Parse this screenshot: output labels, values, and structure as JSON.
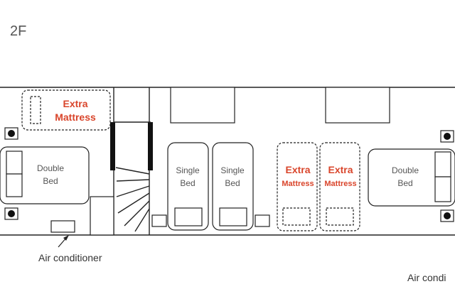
{
  "floor_label": "2F",
  "rooms": {
    "left_bed": {
      "line1": "Double",
      "line2": "Bed"
    },
    "single_bed_1": {
      "line1": "Single",
      "line2": "Bed"
    },
    "single_bed_2": {
      "line1": "Single",
      "line2": "Bed"
    },
    "right_bed": {
      "line1": "Double",
      "line2": "Bed"
    }
  },
  "extra_mattresses": {
    "top_left": {
      "line1": "Extra",
      "line2": "Mattress"
    },
    "middle_1": {
      "line1": "Extra",
      "line2": "Mattress"
    },
    "middle_2": {
      "line1": "Extra",
      "line2": "Mattress"
    }
  },
  "labels": {
    "air_conditioner_left": "Air conditioner",
    "air_conditioner_right": "Air condi"
  },
  "colors": {
    "extra_mattress_text": "#d9452b",
    "line": "#222222",
    "label_text": "#555555"
  }
}
